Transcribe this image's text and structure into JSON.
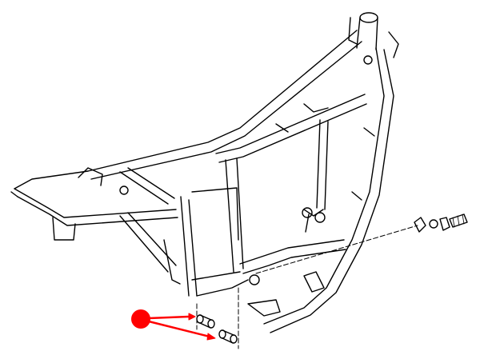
{
  "diagram": {
    "subject": "motorcycle-frame-exploded-view",
    "line_color": "#000000",
    "background": "#ffffff",
    "highlight": {
      "color": "#ff0000",
      "marker": "dot",
      "arrow_count": 2,
      "points_to": [
        "upper-bushing",
        "lower-bushing"
      ]
    },
    "hardware_callout": [
      "bracket",
      "washer",
      "nut",
      "bolt"
    ]
  }
}
